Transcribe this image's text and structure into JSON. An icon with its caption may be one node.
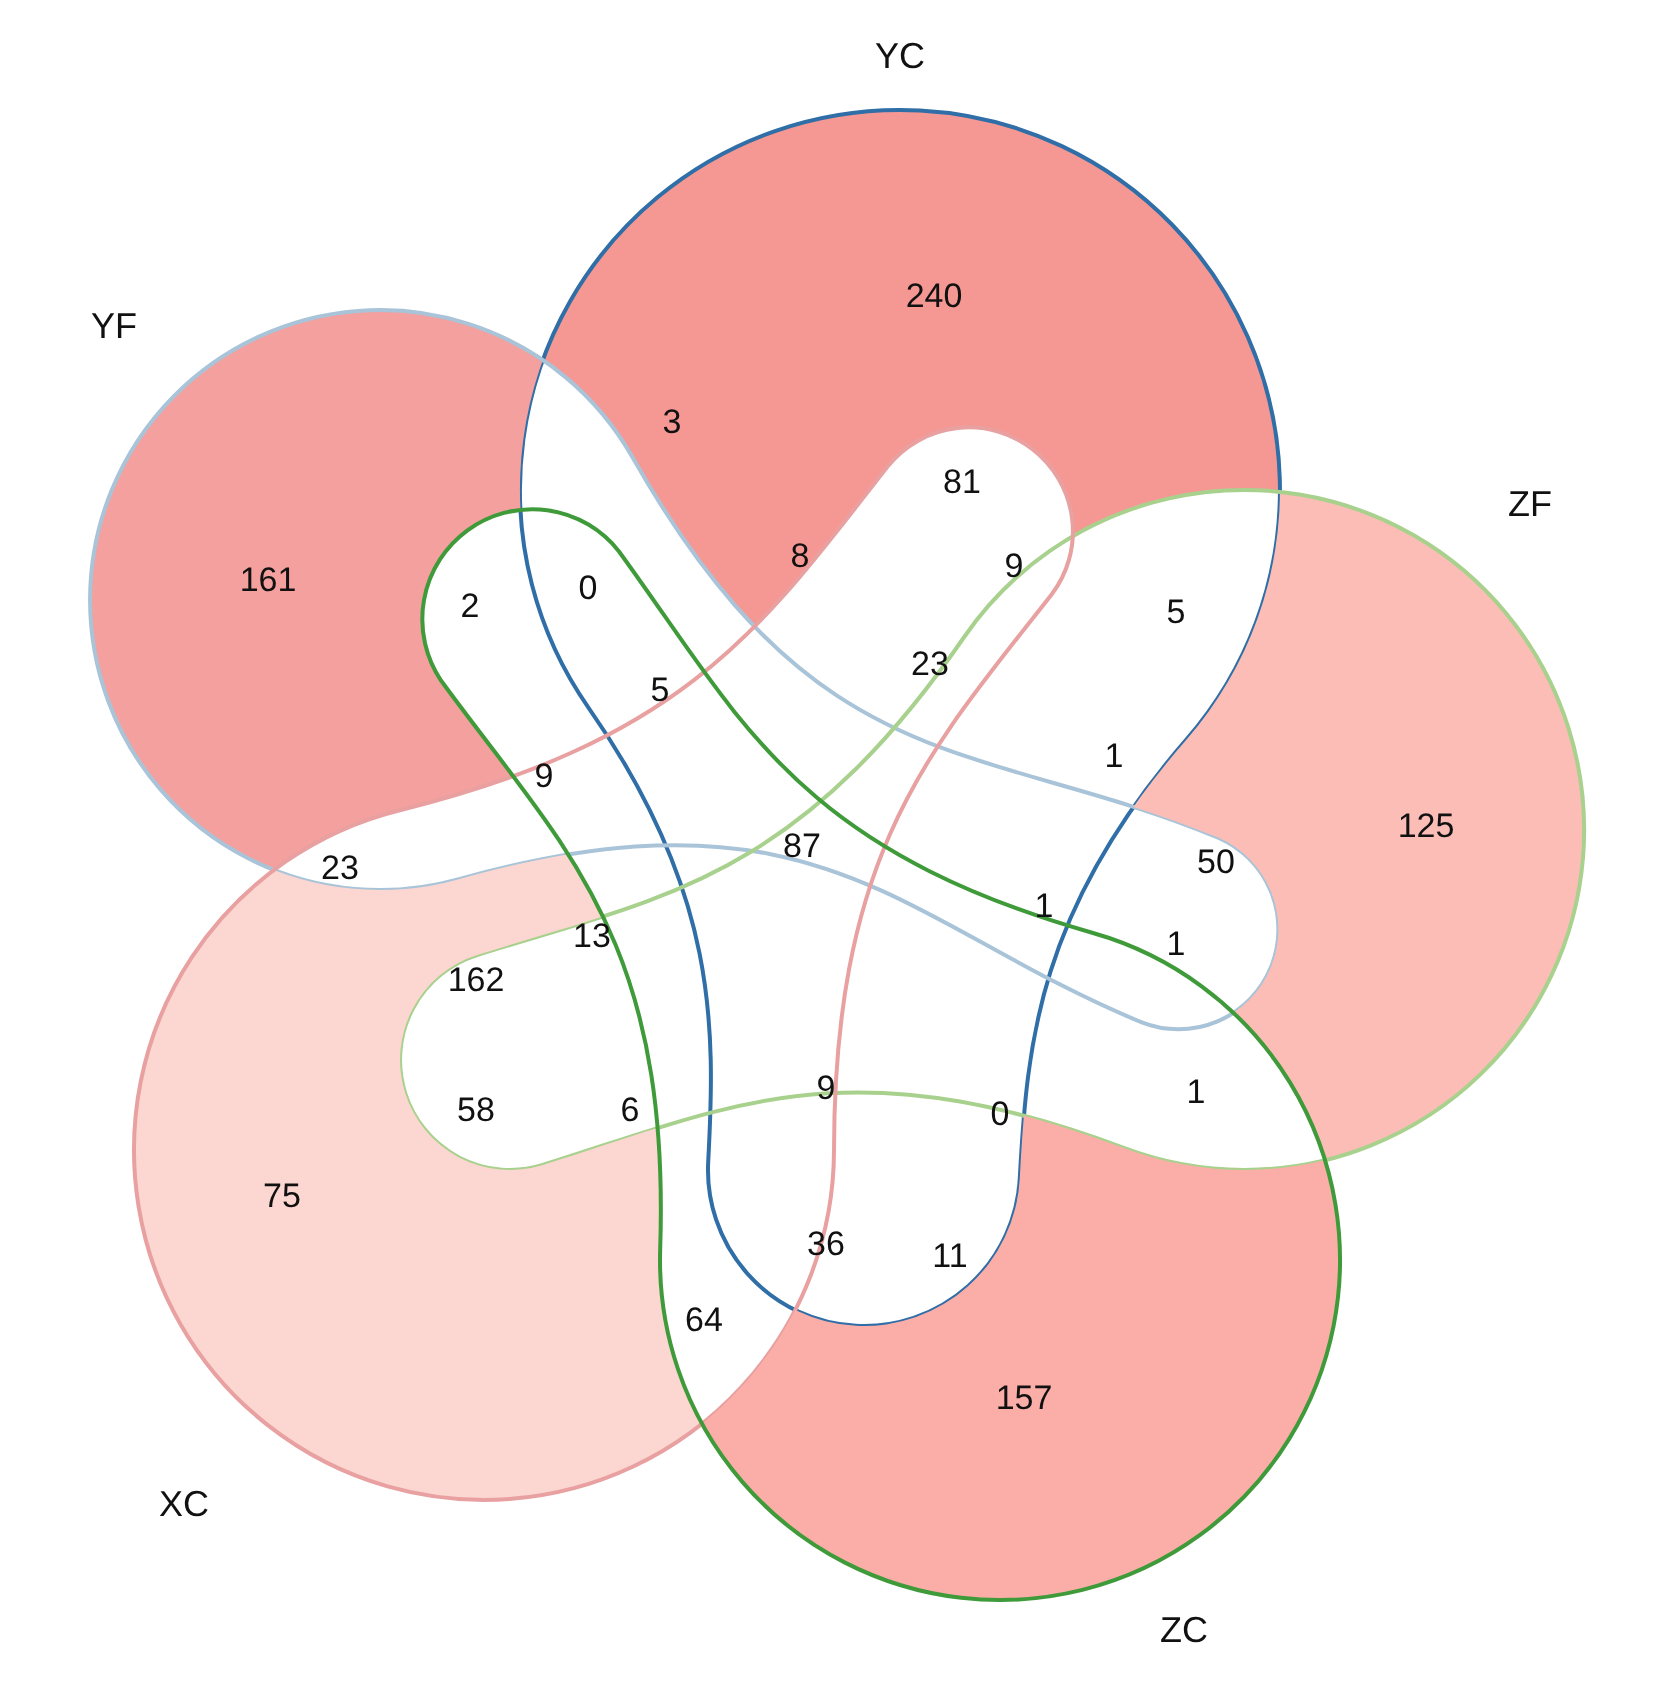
{
  "diagram": {
    "nodes": [
      {
        "text": [
          "YC"
        ]
      },
      {
        "text": [
          "YF"
        ]
      },
      {
        "text": [
          "ZF"
        ]
      },
      {
        "text": [
          "XC"
        ]
      },
      {
        "text": [
          "ZC"
        ]
      }
    ],
    "labels": [
      "240",
      "3",
      "81",
      "8",
      "9",
      "161",
      "0",
      "2",
      "5",
      "23",
      "5",
      "1",
      "9",
      "125",
      "87",
      "23",
      "50",
      "1",
      "13",
      "1",
      "162",
      "9",
      "1",
      "58",
      "6",
      "0",
      "75",
      "36",
      "11",
      "64",
      "157"
    ]
  }
}
